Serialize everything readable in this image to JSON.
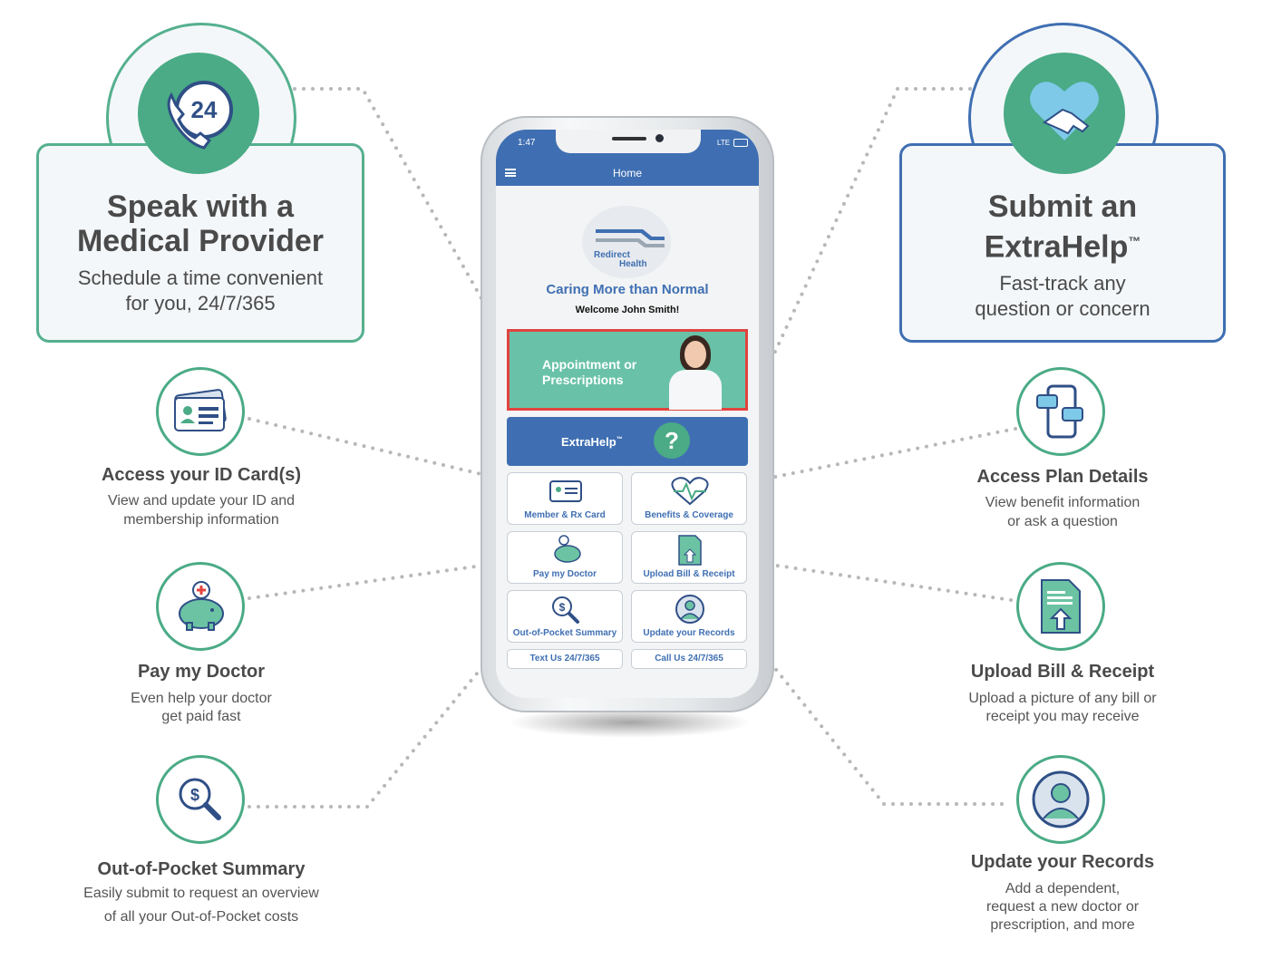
{
  "left_callout": {
    "title_line1": "Speak with a",
    "title_line2": "Medical Provider",
    "sub_line1": "Schedule a time convenient",
    "sub_line2": "for you, 24/7/365",
    "icon_text": "24"
  },
  "right_callout": {
    "title_line1": "Submit an",
    "title_line2": "ExtraHelp",
    "title_tm": "™",
    "sub_line1": "Fast-track any",
    "sub_line2": "question or concern"
  },
  "left_features": [
    {
      "title": "Access your ID Card(s)",
      "desc_line1": "View and update your ID and",
      "desc_line2": "membership information",
      "icon": "id-card-icon"
    },
    {
      "title": "Pay my Doctor",
      "desc_line1": "Even help your doctor",
      "desc_line2": "get paid fast",
      "icon": "piggy-bank-icon"
    },
    {
      "title": "Out-of-Pocket Summary",
      "desc_line1": "Easily submit to request an overview",
      "desc_line2": "of all your Out-of-Pocket costs",
      "icon": "dollar-magnifier-icon"
    }
  ],
  "right_features": [
    {
      "title": "Access Plan Details",
      "desc_line1": "View benefit information",
      "desc_line2": "or ask a question",
      "icon": "phone-chat-icon"
    },
    {
      "title": "Upload Bill & Receipt",
      "desc_line1": "Upload a picture of any bill or",
      "desc_line2": "receipt you may receive",
      "icon": "upload-document-icon"
    },
    {
      "title": "Update your Records",
      "desc_line1": "Add a dependent,",
      "desc_line2": "request a new doctor or",
      "desc_line3": "prescription, and more",
      "icon": "user-profile-icon"
    }
  ],
  "phone": {
    "time": "1:47",
    "network": "LTE",
    "nav_title": "Home",
    "logo_line1": "Redirect",
    "logo_line2": "Health",
    "tagline": "Caring More than Normal",
    "welcome": "Welcome John Smith!",
    "appt_line1": "Appointment or",
    "appt_line2": "Prescriptions",
    "extrahelp": "ExtraHelp",
    "extrahelp_tm": "™",
    "tiles": [
      {
        "label": "Member & Rx Card",
        "icon": "id-card-icon"
      },
      {
        "label": "Benefits & Coverage",
        "icon": "heart-pulse-icon"
      },
      {
        "label": "Pay my Doctor",
        "icon": "piggy-bank-icon"
      },
      {
        "label": "Upload Bill & Receipt",
        "icon": "upload-document-icon"
      },
      {
        "label": "Out-of-Pocket Summary",
        "icon": "dollar-magnifier-icon"
      },
      {
        "label": "Update your Records",
        "icon": "user-profile-icon"
      }
    ],
    "text_btn": "Text Us 24/7/365",
    "call_btn": "Call Us 24/7/365"
  },
  "colors": {
    "green": "#4aab86",
    "blue": "#3f6fb2",
    "red_border": "#e2433f",
    "text": "#4a4a4a"
  }
}
